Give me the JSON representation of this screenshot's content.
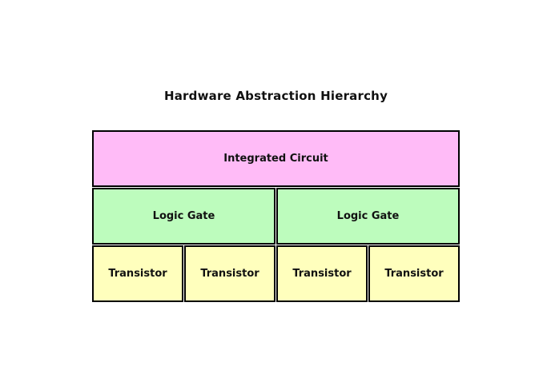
{
  "title": "Hardware Abstraction Hierarchy",
  "colors": {
    "integrated_circuit_fill": "#ffbbf7",
    "logic_gate_fill": "#bdfcbd",
    "transistor_fill": "#ffffbd",
    "border": "#000000",
    "background": "#ffffff",
    "text": "#111111"
  },
  "hierarchy": {
    "levels": [
      {
        "name": "integrated-circuit-level",
        "cells": [
          "Integrated Circuit"
        ]
      },
      {
        "name": "logic-gate-level",
        "cells": [
          "Logic Gate",
          "Logic Gate"
        ]
      },
      {
        "name": "transistor-level",
        "cells": [
          "Transistor",
          "Transistor",
          "Transistor",
          "Transistor"
        ]
      }
    ]
  }
}
